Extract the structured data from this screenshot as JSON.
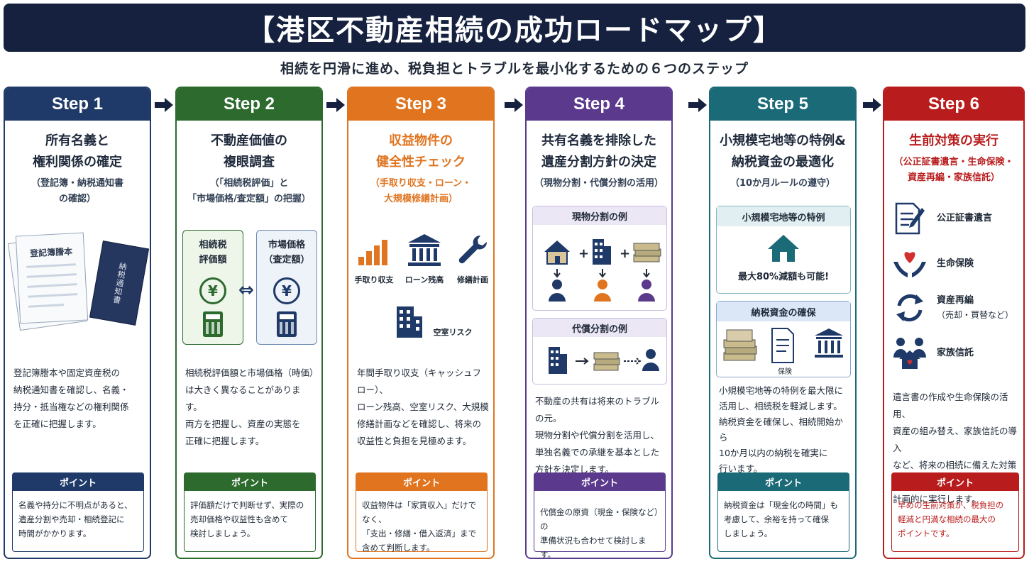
{
  "title": "【港区不動産相続の成功ロードマップ】",
  "subtitle": "相続を円滑に進め、税負担とトラブルを最小化するための６つのステップ",
  "colors": {
    "navy": "#15213f",
    "step1": "#1f3a68",
    "step2": "#2d6a2e",
    "step3": "#e0741f",
    "step4": "#5b3a8e",
    "step5": "#1b6a78",
    "step6": "#b91c1c"
  },
  "point_label": "ポイント",
  "steps": [
    {
      "label": "Step 1",
      "title_lines": [
        "所有名義と",
        "権利関係の確定"
      ],
      "sub_lines": [
        "（登記簿・納税通知書",
        "の確認）"
      ],
      "doc_label": "登記簿謄本",
      "book_label": "納税通知書",
      "desc_lines": [
        "登記簿謄本や固定資産税の",
        "納税通知書を確認し、名義・",
        "持分・抵当権などの権利関係",
        "を正確に把握します。"
      ],
      "point_lines": [
        "名義や持分に不明点があると、",
        "遺産分割や売却・相続登記に",
        "時間がかかります。"
      ]
    },
    {
      "label": "Step 2",
      "title_lines": [
        "不動産価値の",
        "複眼調査"
      ],
      "sub_lines": [
        "（「相続税評価」と",
        "「市場価格/査定額」の把握）"
      ],
      "box_left_lines": [
        "相続税",
        "評価額"
      ],
      "box_right_lines": [
        "市場価格",
        "（査定額）"
      ],
      "yen": "¥",
      "desc_lines": [
        "相続税評価額と市場価格（時価）",
        "は大きく異なることがあります。",
        "両方を把握し、資産の実態を",
        "正確に把握します。"
      ],
      "point_lines": [
        "評価額だけで判断せず、実際の",
        "売却価格や収益性も含めて",
        "検討しましょう。"
      ]
    },
    {
      "label": "Step 3",
      "title_lines": [
        "収益物件の",
        "健全性チェック"
      ],
      "sub_lines": [
        "（手取り収支・ローン・",
        "大規模修繕計画）"
      ],
      "icons": [
        {
          "name": "chart-icon",
          "label": "手取り収支"
        },
        {
          "name": "bank-icon",
          "label": "ローン残高"
        },
        {
          "name": "wrench-icon",
          "label": "修繕計画"
        },
        {
          "name": "building-icon",
          "label": "空室リスク"
        }
      ],
      "desc_lines": [
        "年間手取り収支（キャッシュフロー）、",
        "ローン残高、空室リスク、大規模",
        "修繕計画などを確認し、将来の",
        "収益性と負担を見極めます。"
      ],
      "point_lines": [
        "収益物件は「家賃収入」だけでなく、",
        "「支出・修繕・借入返済」まで",
        "含めて判断します。"
      ]
    },
    {
      "label": "Step 4",
      "title_lines": [
        "共有名義を排除した",
        "遺産分割方針の決定"
      ],
      "sub_lines": [
        "（現物分割・代償分割の活用）"
      ],
      "example1": "現物分割の例",
      "example2": "代償分割の例",
      "desc_lines": [
        "不動産の共有は将来のトラブルの元。",
        "現物分割や代償分割を活用し、",
        "単独名義での承継を基本とした",
        "方針を決定します。"
      ],
      "point_lines": [
        "代償金の原資（現金・保険など）の",
        "準備状況も合わせて検討します。"
      ]
    },
    {
      "label": "Step 5",
      "title_lines": [
        "小規模宅地等の特例&",
        "納税資金の最適化"
      ],
      "sub_lines": [
        "（10か月ルールの遵守）"
      ],
      "box1_head": "小規模宅地等の特例",
      "box1_text": "最大80%減額も可能!",
      "box2_head": "納税資金の確保",
      "insurance_label": "保険",
      "desc_lines": [
        "小規模宅地等の特例を最大限に",
        "活用し、相続税を軽減します。",
        "納税資金を確保し、相続開始から",
        "10か月以内の納税を確実に",
        "行います。"
      ],
      "point_lines": [
        "納税資金は「現金化の時間」も",
        "考慮して、余裕を持って確保",
        "しましょう。"
      ]
    },
    {
      "label": "Step 6",
      "title_lines": [
        "生前対策の実行"
      ],
      "sub_lines": [
        "（公正証書遺言・生命保険・",
        "資産再編・家族信託）"
      ],
      "items": [
        {
          "name": "will-icon",
          "label": "公正証書遺言",
          "sub": ""
        },
        {
          "name": "insurance-icon",
          "label": "生命保険",
          "sub": ""
        },
        {
          "name": "reorganize-icon",
          "label": "資産再編",
          "sub": "（売却・買替など）"
        },
        {
          "name": "family-trust-icon",
          "label": "家族信託",
          "sub": ""
        }
      ],
      "desc_lines": [
        "遺言書の作成や生命保険の活用、",
        "資産の組み替え、家族信託の導入",
        "など、将来の相続に備えた対策を",
        "計画的に実行します。"
      ],
      "point_lines": [
        "早めの生前対策が、税負担の",
        "軽減と円満な相続の最大の",
        "ポイントです。"
      ]
    }
  ]
}
